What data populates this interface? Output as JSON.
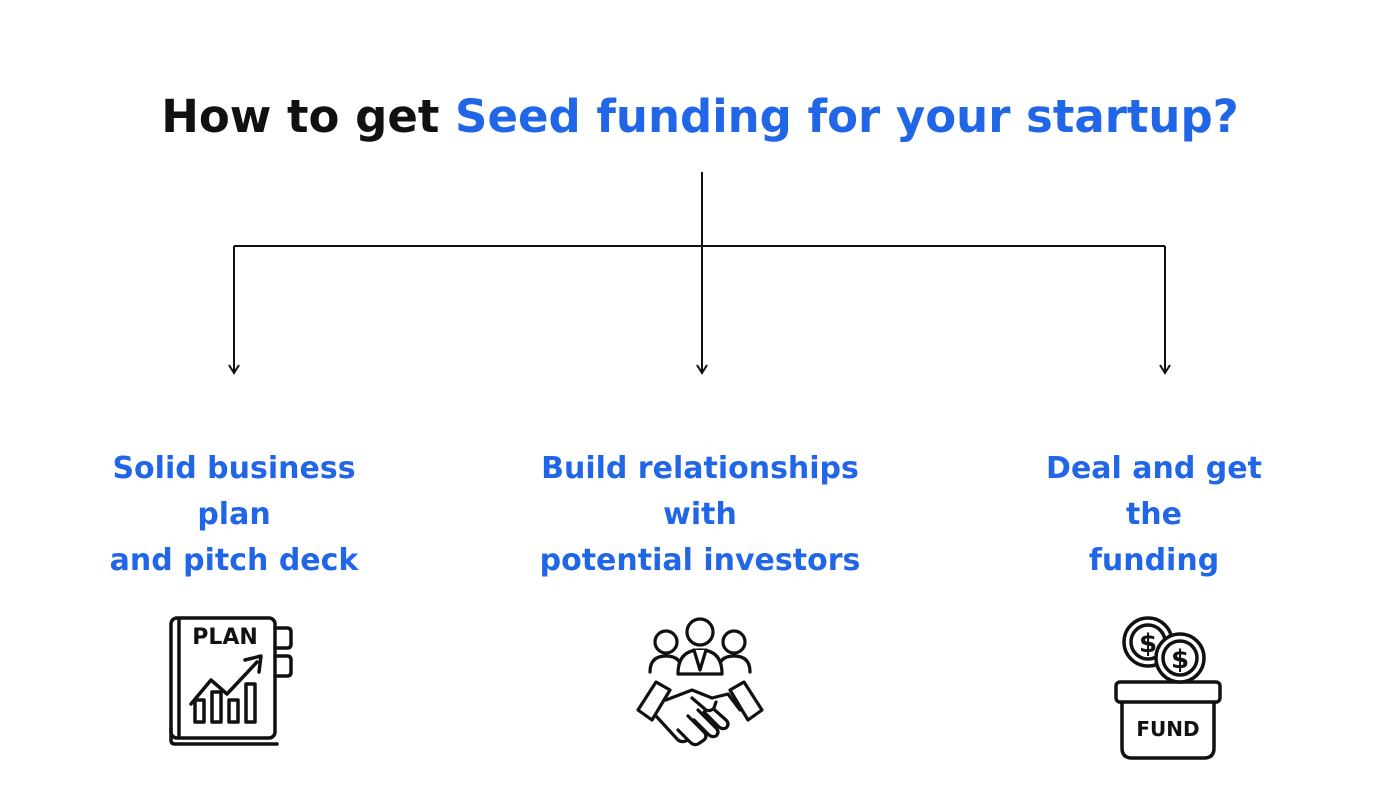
{
  "title": {
    "prefix": "How to get ",
    "highlight": "Seed funding for your startup?"
  },
  "branches": [
    {
      "lines": [
        "Solid business",
        "plan",
        "and pitch deck"
      ],
      "icon": "business-plan-icon",
      "icon_text": "PLAN"
    },
    {
      "lines": [
        "Build relationships",
        "with",
        "potential investors"
      ],
      "icon": "handshake-investors-icon"
    },
    {
      "lines": [
        "Deal and get",
        "the",
        "funding"
      ],
      "icon": "fund-jar-icon",
      "icon_text": "FUND"
    }
  ],
  "colors": {
    "accent": "#2166e6",
    "text": "#111111",
    "line": "#111111"
  }
}
